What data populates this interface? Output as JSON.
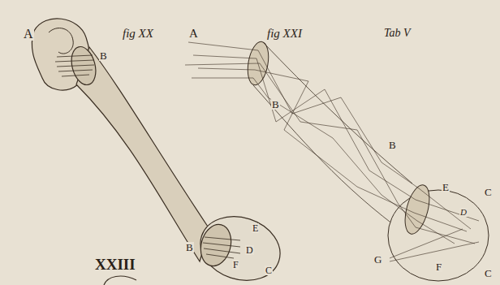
{
  "diagram": {
    "labels": [
      "A",
      "fig XX",
      "B",
      "B",
      "E",
      "D",
      "C",
      "F",
      "A",
      "fig XXI",
      "Tab V",
      "B",
      "B",
      "E",
      "C",
      "D",
      "C",
      "G",
      "F",
      "XXIII"
    ]
  }
}
